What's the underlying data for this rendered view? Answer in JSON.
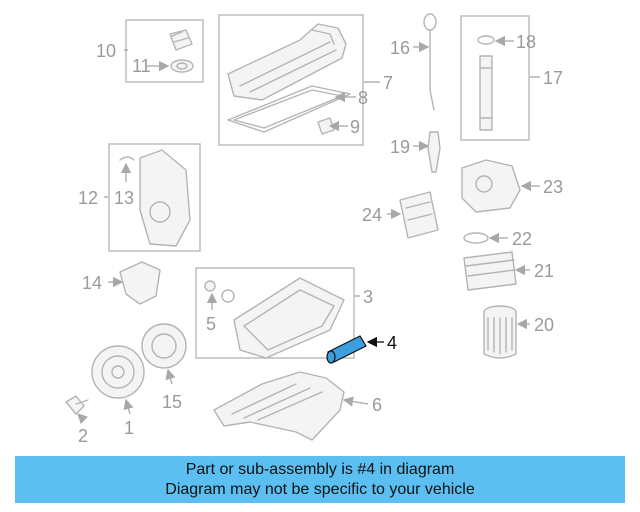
{
  "callouts": [
    {
      "id": "1",
      "label": "1"
    },
    {
      "id": "2",
      "label": "2"
    },
    {
      "id": "3",
      "label": "3"
    },
    {
      "id": "4",
      "label": "4",
      "highlighted": true
    },
    {
      "id": "5",
      "label": "5"
    },
    {
      "id": "6",
      "label": "6"
    },
    {
      "id": "7",
      "label": "7"
    },
    {
      "id": "8",
      "label": "8"
    },
    {
      "id": "9",
      "label": "9"
    },
    {
      "id": "10",
      "label": "10"
    },
    {
      "id": "11",
      "label": "11"
    },
    {
      "id": "12",
      "label": "12"
    },
    {
      "id": "13",
      "label": "13"
    },
    {
      "id": "14",
      "label": "14"
    },
    {
      "id": "15",
      "label": "15"
    },
    {
      "id": "16",
      "label": "16"
    },
    {
      "id": "17",
      "label": "17"
    },
    {
      "id": "18",
      "label": "18"
    },
    {
      "id": "19",
      "label": "19"
    },
    {
      "id": "20",
      "label": "20"
    },
    {
      "id": "21",
      "label": "21"
    },
    {
      "id": "22",
      "label": "22"
    },
    {
      "id": "23",
      "label": "23"
    },
    {
      "id": "24",
      "label": "24"
    }
  ],
  "banner": {
    "line1": "Part or sub-assembly is #4 in diagram",
    "line2": "Diagram may not be specific to your vehicle"
  },
  "colors": {
    "highlight_part": "#3b9fe0",
    "banner_bg": "#5bc0f1",
    "line_gray": "#b4b4b4"
  }
}
